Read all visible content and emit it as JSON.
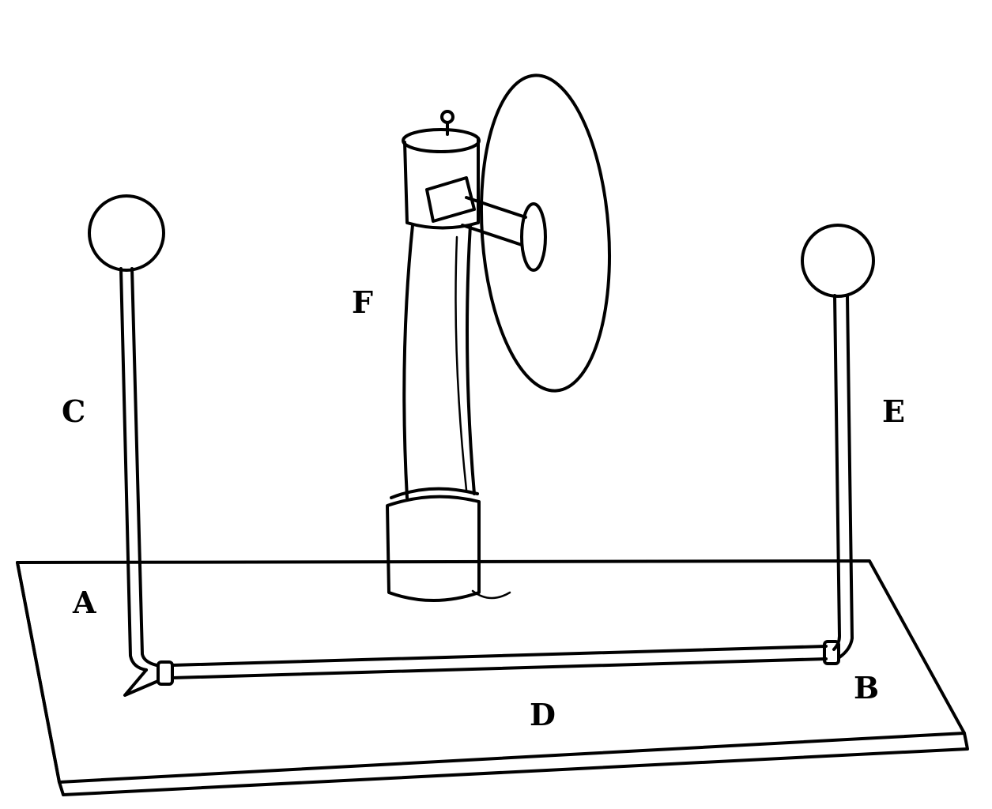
{
  "figure": {
    "labels": {
      "A": "A",
      "B": "B",
      "C": "C",
      "D": "D",
      "E": "E",
      "F": "F"
    },
    "ink_color": "#000000",
    "paper_color": "#ffffff"
  }
}
